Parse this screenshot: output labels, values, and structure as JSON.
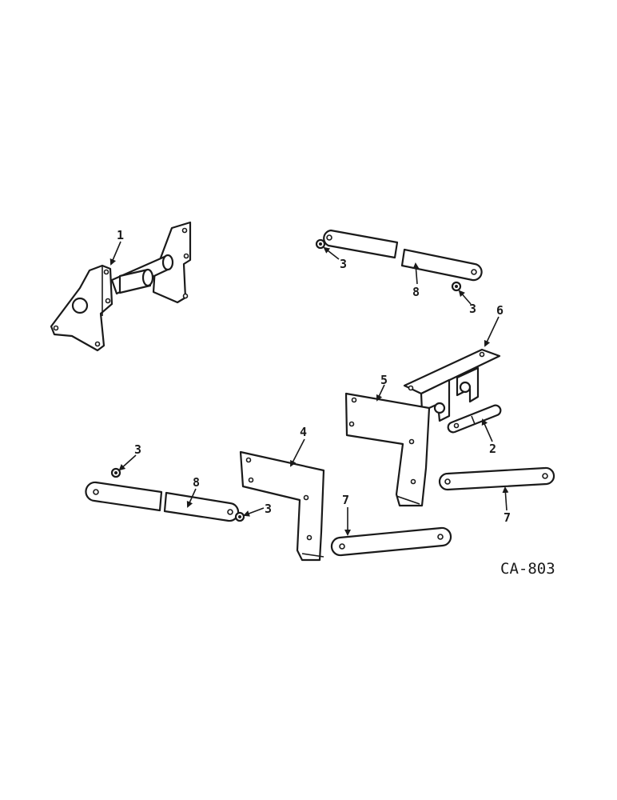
{
  "diagram_code": "CA-803",
  "callouts": {
    "p1": "1",
    "p2": "2",
    "p3a": "3",
    "p3b": "3",
    "p3c": "3",
    "p3d": "3",
    "p4": "4",
    "p5": "5",
    "p6": "6",
    "p7a": "7",
    "p7b": "7",
    "p8a": "8",
    "p8b": "8"
  },
  "colors": {
    "ink": "#1a1a1a",
    "paper": "#ffffff"
  }
}
